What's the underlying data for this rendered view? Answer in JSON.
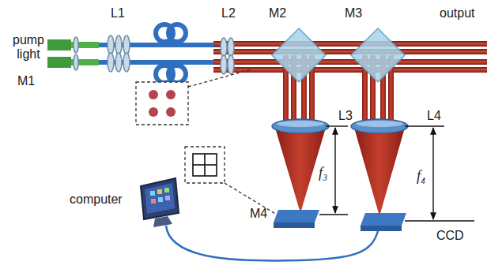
{
  "diagram": {
    "labels": [
      "pump light",
      "M1",
      "L1",
      "L2",
      "M2",
      "M3",
      "output",
      "L3",
      "L4",
      "f₃",
      "f₄",
      "computer",
      "M4",
      "CCD"
    ]
  }
}
